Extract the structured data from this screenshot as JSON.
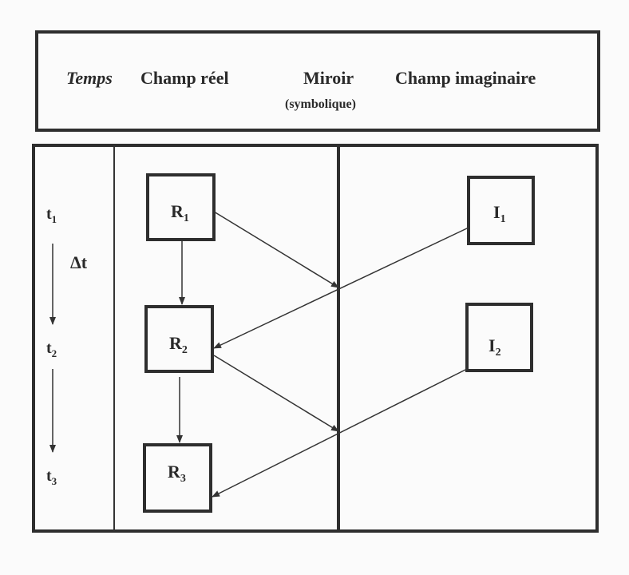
{
  "header": {
    "time": "Temps",
    "real_field": "Champ réel",
    "mirror": "Miroir",
    "mirror_sub": "(symbolique)",
    "imaginary_field": "Champ imaginaire"
  },
  "time_axis": {
    "t1": {
      "main": "t",
      "sub": "1"
    },
    "delta": "Δt",
    "t2": {
      "main": "t",
      "sub": "2"
    },
    "t3": {
      "main": "t",
      "sub": "3"
    }
  },
  "real_nodes": [
    {
      "main": "R",
      "sub": "1"
    },
    {
      "main": "R",
      "sub": "2"
    },
    {
      "main": "R",
      "sub": "3"
    }
  ],
  "imaginary_nodes": [
    {
      "main": "I",
      "sub": "1"
    },
    {
      "main": "I",
      "sub": "2"
    }
  ]
}
